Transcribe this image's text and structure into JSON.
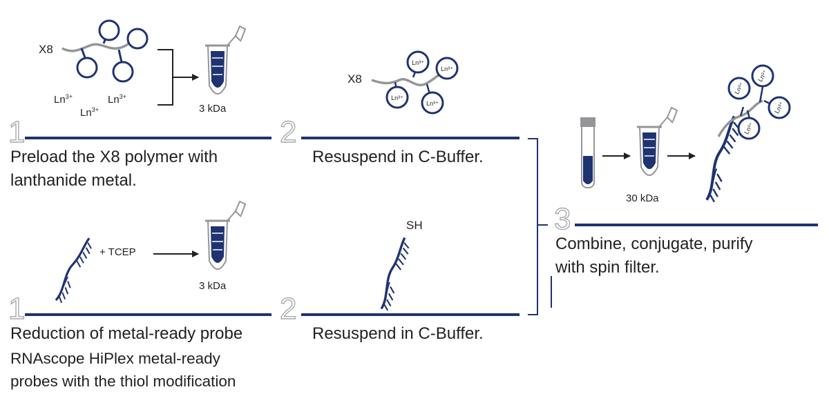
{
  "steps": {
    "s1_top_num": "1",
    "s1_top_text_line1": "Preload the X8 polymer with",
    "s1_top_text_line2": "lanthanide metal.",
    "s2_top_num": "2",
    "s2_top_text": "Resuspend in C-Buffer.",
    "s3_num": "3",
    "s3_text_line1": "Combine, conjugate, purify",
    "s3_text_line2": "with spin filter.",
    "s1_bot_num": "1",
    "s1_bot_title": "Reduction of metal-ready probe",
    "s1_bot_sub_line1": "RNAscope HiPlex metal-ready",
    "s1_bot_sub_line2": "probes with the thiol modification",
    "s2_bot_num": "2",
    "s2_bot_text": "Resuspend in C-Buffer."
  },
  "labels": {
    "x8": "X8",
    "ln": "Ln",
    "ln_charge": "3+",
    "kda_3": "3 kDa",
    "kda_30": "30 kDa",
    "tcep": "+ TCEP",
    "sh": "SH"
  },
  "icons": [
    "polymer-icon",
    "tube-icon",
    "arrow-icon",
    "dna-strand-icon",
    "vial-icon",
    "bracket-icon"
  ],
  "colors": {
    "navy": "#1f3371",
    "gray": "#939598",
    "text": "#231f20"
  }
}
